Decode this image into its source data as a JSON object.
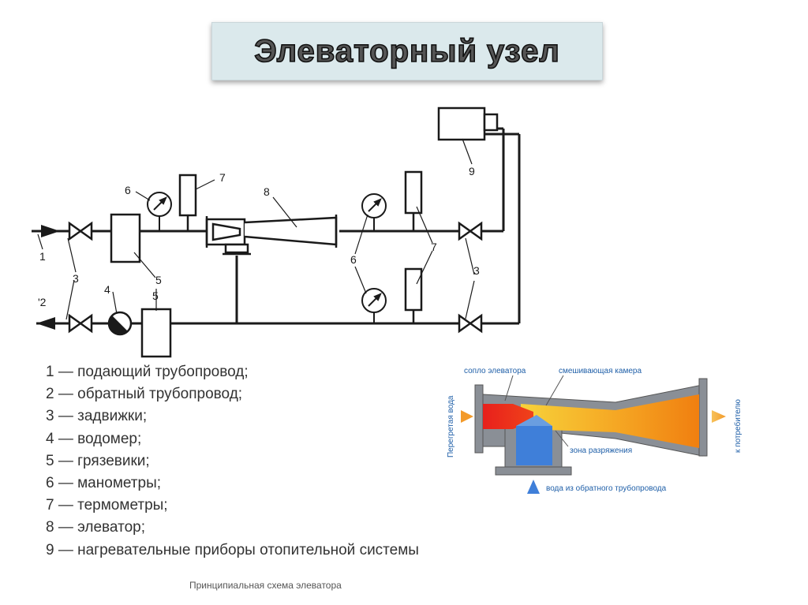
{
  "title": "Элеваторный узел",
  "scheme_labels": {
    "n1": "1",
    "n2": "'2",
    "n3a": "3",
    "n3b": "3",
    "n4": "4",
    "n5a": "5",
    "n5b": "5",
    "n6a": "6",
    "n6b": "6",
    "n7a": "7",
    "n7b": "7",
    "n8": "8",
    "n9": "9"
  },
  "legend": [
    "1 — подающий трубопровод;",
    "2 — обратный трубопровод;",
    "3 — задвижки;",
    "4 — водомер;",
    "5 — грязевики;",
    "6 — манометры;",
    "7 — термометры;",
    "8 — элеватор;",
    "9 — нагревательные приборы отопительной системы"
  ],
  "elevator_detail": {
    "nozzle": "сопло элеватора",
    "mixing_chamber": "смешивающая камера",
    "vacuum_zone": "зона разряжения",
    "inlet": "Перегретая вода",
    "outlet": "к потребителю",
    "return_water": "вода из обратного трубопровода"
  },
  "colors": {
    "line": "#1a1a1a",
    "hot_water": "#e8201c",
    "mixed_water": "#f5a623",
    "return_water": "#3f7fd9",
    "body_gray": "#8a8f96",
    "label_blue": "#1f5fa8"
  },
  "caption": "Принципиальная схема элеватора"
}
